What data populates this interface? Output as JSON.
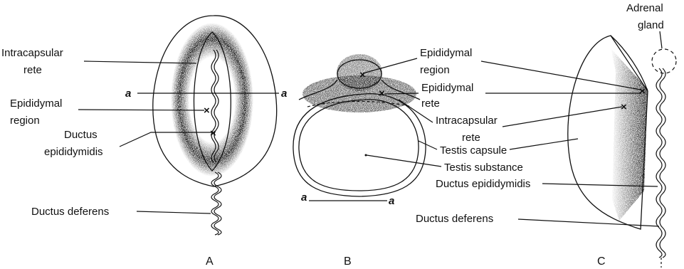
{
  "panels": {
    "A": {
      "letter": "A",
      "intracapsular_rete_l1": "Intracapsular",
      "intracapsular_rete_l2": "rete",
      "section_left": "a",
      "section_right": "a",
      "epididymal_region_l1": "Epididymal",
      "epididymal_region_l2": "region",
      "ductus_epididymidis_l1": "Ductus",
      "ductus_epididymidis_l2": "epididymidis",
      "ductus_deferens": "Ductus deferens"
    },
    "B": {
      "letter": "B",
      "epididymal_region_l1": "Epididymal",
      "epididymal_region_l2": "region",
      "epididymal_rete_l1": "Epididymal",
      "epididymal_rete_l2": "rete",
      "intracapsular_rete_l1": "Intracapsular",
      "intracapsular_rete_l2": "rete",
      "testis_capsule": "Testis capsule",
      "testis_substance": "Testis substance",
      "section_left": "a",
      "section_right": "a"
    },
    "C": {
      "letter": "C",
      "adrenal_gland_l1": "Adrenal",
      "adrenal_gland_l2": "gland",
      "ductus_epididymidis": "Ductus epididymidis",
      "ductus_deferens": "Ductus deferens"
    }
  },
  "colors": {
    "ink": "#111111",
    "background": "#ffffff"
  }
}
